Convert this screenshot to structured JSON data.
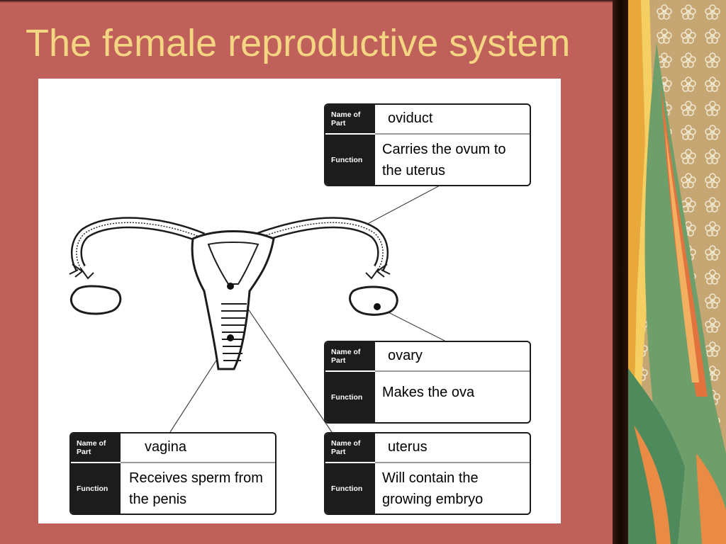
{
  "slide": {
    "title": "The female reproductive system"
  },
  "labels": {
    "name_of_part": "Name of Part",
    "function": "Function"
  },
  "parts": [
    {
      "id": "oviduct",
      "name": "oviduct",
      "function": "Carries the ovum to the uterus"
    },
    {
      "id": "ovary",
      "name": "ovary",
      "function": "Makes the ova"
    },
    {
      "id": "vagina",
      "name": "vagina",
      "function": "Receives sperm from the penis"
    },
    {
      "id": "uterus",
      "name": "uterus",
      "function": "Will contain the growing embryo"
    }
  ],
  "colors": {
    "background": "#c0605a",
    "title": "#f3d582",
    "card_label_fill": "#1c1c1c",
    "panel": "#c3a46f"
  }
}
